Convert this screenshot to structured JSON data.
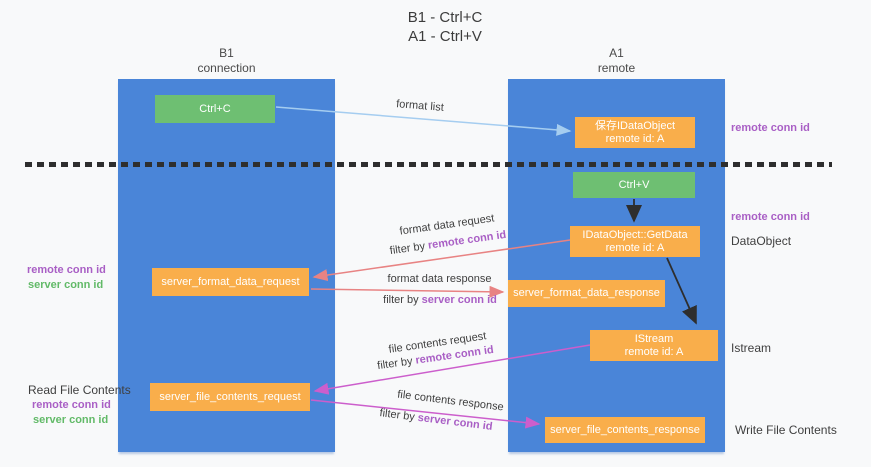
{
  "title": {
    "line1": "B1 - Ctrl+C",
    "line2": "A1 - Ctrl+V"
  },
  "lanes": {
    "left": {
      "name": "B1",
      "role": "connection"
    },
    "right": {
      "name": "A1",
      "role": "remote"
    }
  },
  "nodes": {
    "ctrl_c": {
      "label": "Ctrl+C"
    },
    "ctrl_v": {
      "label": "Ctrl+V"
    },
    "save_dataobject": {
      "line1": "保存IDataObject",
      "line2": "remote id: A"
    },
    "getdata": {
      "line1": "IDataObject::GetData",
      "line2": "remote id: A"
    },
    "istream": {
      "line1": "IStream",
      "line2": "remote id: A"
    },
    "format_request": {
      "label": "server_format_data_request"
    },
    "format_response": {
      "label": "server_format_data_response"
    },
    "file_request": {
      "label": "server_file_contents_request"
    },
    "file_response": {
      "label": "server_file_contents_response"
    }
  },
  "flow_labels": {
    "format_list": "format list",
    "format_request": {
      "line1": "format data request",
      "filter_prefix": "filter by ",
      "filter_key": "remote conn id"
    },
    "format_response": {
      "line1": "format data response",
      "filter_prefix": "filter by ",
      "filter_key": "server conn id"
    },
    "file_request": {
      "line1": "file contents request",
      "filter_prefix": "filter by ",
      "filter_key": "remote conn id"
    },
    "file_response": {
      "line1": "file contents response",
      "filter_prefix": "filter by ",
      "filter_key": "server conn id"
    }
  },
  "side_labels": {
    "right_remote_top": "remote conn id",
    "right_remote_mid": "remote conn id",
    "dataobject": "DataObject",
    "istream": "Istream",
    "write_file": "Write File Contents",
    "left_remote_1": "remote conn id",
    "left_server_1": "server conn id",
    "read_file": "Read File Contents",
    "left_remote_2": "remote conn id",
    "left_server_2": "server conn id"
  },
  "colors": {
    "background": "#f8f9fa",
    "lane_blue": "#4a85d8",
    "box_orange": "#f9ae4b",
    "box_green": "#6ebf72",
    "text_dark": "#3c3c3c",
    "conn_id_purple": "#a95fc5",
    "conn_id_green": "#62ba68",
    "arrow_red": "#e88383",
    "arrow_magenta": "#cc5ecc",
    "arrow_light_blue": "#a5cdf0",
    "arrow_black": "#2e2e2e"
  }
}
